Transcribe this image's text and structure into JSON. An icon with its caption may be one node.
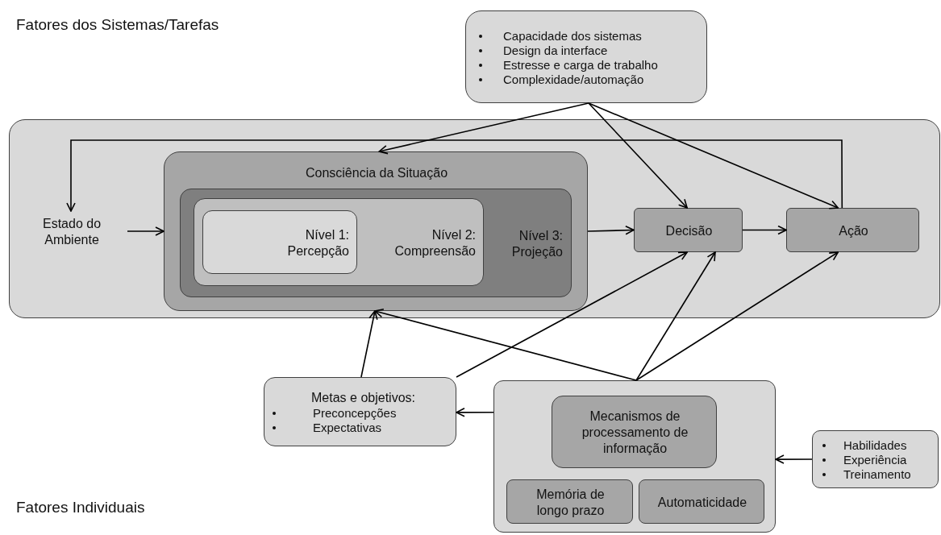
{
  "diagram": {
    "nodes": [
      {
        "text": [
          "Capacidade dos sistemas",
          "Design da interface",
          "Estresse e carga de trabalho",
          "Complexidade/automação"
        ]
      },
      {
        "text": [],
        "shape": "box"
      },
      {
        "text": [
          "Estado do Ambiente"
        ],
        "in": 1
      },
      {
        "text": [
          "Consciência da Situação"
        ],
        "in": 1
      },
      {
        "text": [
          "Nível 3: Projeção"
        ],
        "in": 3
      },
      {
        "text": [
          "Nível 2: Compreensão"
        ],
        "in": 4
      },
      {
        "text": [
          "Nível 1: Percepção"
        ],
        "in": 5
      },
      {
        "text": [
          "Decisão"
        ],
        "in": 1
      },
      {
        "text": [
          "Ação"
        ],
        "in": 1
      },
      {
        "text": [
          "Metas e objetivos:",
          "Preconcepções",
          "Expectativas"
        ]
      },
      {
        "text": [],
        "shape": "box"
      },
      {
        "text": [
          "Mecanismos de processamento de informação"
        ],
        "in": 10
      },
      {
        "text": [
          "Memória de longo prazo"
        ],
        "in": 10
      },
      {
        "text": [
          "Automaticidade"
        ],
        "in": 10
      },
      {
        "text": [
          "Habilidades",
          "Experiência",
          "Treinamento"
        ]
      }
    ],
    "edges": [
      {
        "from": 0,
        "to": 3,
        "arrow": "to"
      },
      {
        "from": 0,
        "to": 7,
        "arrow": "to"
      },
      {
        "from": 0,
        "to": 8,
        "arrow": "to"
      },
      {
        "from": 8,
        "to": 2,
        "arrow": "to"
      },
      {
        "from": 2,
        "to": 3,
        "arrow": "to"
      },
      {
        "from": 3,
        "to": 7,
        "arrow": "to"
      },
      {
        "from": 7,
        "to": 8,
        "arrow": "to"
      },
      {
        "from": 9,
        "to": 3,
        "arrow": "to"
      },
      {
        "from": 9,
        "to": 7,
        "arrow": "to"
      },
      {
        "from": 10,
        "to": 3,
        "arrow": "to"
      },
      {
        "from": 10,
        "to": 7,
        "arrow": "to"
      },
      {
        "from": 10,
        "to": 8,
        "arrow": "to"
      },
      {
        "from": 10,
        "to": 9,
        "arrow": "to"
      },
      {
        "from": 14,
        "to": 10,
        "arrow": "to"
      }
    ],
    "labels": [
      "Fatores dos Sistemas/Tarefas",
      "Fatores Individuais"
    ]
  }
}
